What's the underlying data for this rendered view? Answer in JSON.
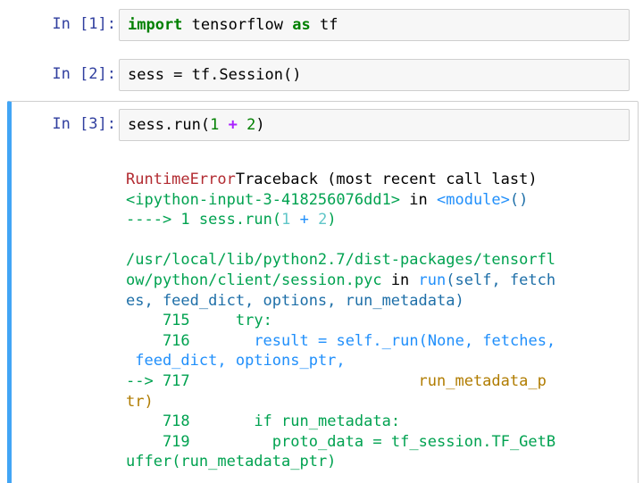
{
  "cells": [
    {
      "prompt": "In [1]:",
      "code": [
        {
          "text": "import",
          "cls": "kw"
        },
        {
          "text": " tensorflow ",
          "cls": ""
        },
        {
          "text": "as",
          "cls": "kw"
        },
        {
          "text": " tf",
          "cls": ""
        }
      ]
    },
    {
      "prompt": "In [2]:",
      "code": [
        {
          "text": "sess = tf.Session()",
          "cls": ""
        }
      ]
    },
    {
      "prompt": "In [3]:",
      "code": [
        {
          "text": "sess.run(",
          "cls": ""
        },
        {
          "text": "1",
          "cls": "num"
        },
        {
          "text": " ",
          "cls": ""
        },
        {
          "text": "+",
          "cls": "op"
        },
        {
          "text": " ",
          "cls": ""
        },
        {
          "text": "2",
          "cls": "num"
        },
        {
          "text": ")",
          "cls": ""
        }
      ]
    }
  ],
  "traceback": [
    [
      {
        "text": "RuntimeError",
        "cls": "c-red"
      },
      {
        "text": "Traceback (most recent call last)",
        "cls": "c-black"
      }
    ],
    [
      {
        "text": "<ipython-input-3-418256076dd1>",
        "cls": "c-green"
      },
      {
        "text": " in ",
        "cls": "c-black"
      },
      {
        "text": "<module>",
        "cls": "c-blue"
      },
      {
        "text": "()",
        "cls": "c-dblue"
      }
    ],
    [
      {
        "text": "----> 1 ",
        "cls": "c-green"
      },
      {
        "text": "sess",
        "cls": "c-green"
      },
      {
        "text": ".",
        "cls": "c-green"
      },
      {
        "text": "run",
        "cls": "c-green"
      },
      {
        "text": "(",
        "cls": "c-green"
      },
      {
        "text": "1",
        "cls": "c-teal"
      },
      {
        "text": " ",
        "cls": "c-green"
      },
      {
        "text": "+",
        "cls": "c-blue"
      },
      {
        "text": " ",
        "cls": "c-green"
      },
      {
        "text": "2",
        "cls": "c-teal"
      },
      {
        "text": ")",
        "cls": "c-green"
      }
    ],
    [
      {
        "text": "",
        "cls": "c-black"
      }
    ],
    [
      {
        "text": "/usr/local/lib/python2.7/dist-packages/tensorfl",
        "cls": "c-green"
      }
    ],
    [
      {
        "text": "ow/python/client/session.pyc",
        "cls": "c-green"
      },
      {
        "text": " in ",
        "cls": "c-black"
      },
      {
        "text": "run",
        "cls": "c-blue"
      },
      {
        "text": "(self, fetch",
        "cls": "c-dblue"
      }
    ],
    [
      {
        "text": "es, feed_dict, options, run_metadata)",
        "cls": "c-dblue"
      }
    ],
    [
      {
        "text": "    715",
        "cls": "c-green"
      },
      {
        "text": "     ",
        "cls": "c-black"
      },
      {
        "text": "try",
        "cls": "c-green"
      },
      {
        "text": ":",
        "cls": "c-green"
      }
    ],
    [
      {
        "text": "    716",
        "cls": "c-green"
      },
      {
        "text": "       ",
        "cls": "c-black"
      },
      {
        "text": "result ",
        "cls": "c-blue"
      },
      {
        "text": "=",
        "cls": "c-blue"
      },
      {
        "text": " self",
        "cls": "c-blue"
      },
      {
        "text": ".",
        "cls": "c-blue"
      },
      {
        "text": "_run",
        "cls": "c-blue"
      },
      {
        "text": "(",
        "cls": "c-blue"
      },
      {
        "text": "None",
        "cls": "c-blue"
      },
      {
        "text": ", fetches,",
        "cls": "c-blue"
      }
    ],
    [
      {
        "text": " feed_dict",
        "cls": "c-blue"
      },
      {
        "text": ", options_ptr,",
        "cls": "c-blue"
      }
    ],
    [
      {
        "text": "--> 717",
        "cls": "c-green"
      },
      {
        "text": "                         ",
        "cls": "c-black"
      },
      {
        "text": "run_metadata_p",
        "cls": "c-yellow"
      }
    ],
    [
      {
        "text": "tr)",
        "cls": "c-yellow"
      }
    ],
    [
      {
        "text": "    718",
        "cls": "c-green"
      },
      {
        "text": "       ",
        "cls": "c-black"
      },
      {
        "text": "if",
        "cls": "c-green"
      },
      {
        "text": " run_metadata",
        "cls": "c-green"
      },
      {
        "text": ":",
        "cls": "c-green"
      }
    ],
    [
      {
        "text": "    719",
        "cls": "c-green"
      },
      {
        "text": "         ",
        "cls": "c-black"
      },
      {
        "text": "proto_data ",
        "cls": "c-green"
      },
      {
        "text": "=",
        "cls": "c-green"
      },
      {
        "text": " tf_session",
        "cls": "c-green"
      },
      {
        "text": ".",
        "cls": "c-green"
      },
      {
        "text": "TF_GetB",
        "cls": "c-green"
      }
    ],
    [
      {
        "text": "uffer",
        "cls": "c-green"
      },
      {
        "text": "(run_metadata_ptr)",
        "cls": "c-green"
      }
    ]
  ]
}
